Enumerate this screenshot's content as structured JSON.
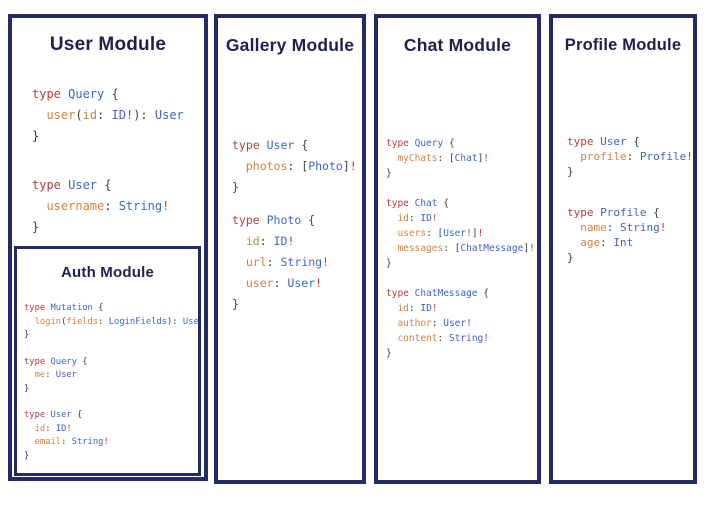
{
  "colors": {
    "panel_border": "#242a64",
    "title_text": "#1d2150",
    "code_keyword": "#b2403d",
    "code_typename": "#3d66c5",
    "code_field": "#d08440",
    "code_punctuation": "#3f3f3f",
    "code_nonnull": "#c23a35"
  },
  "panels": [
    {
      "title": "User Module",
      "blocks": [
        [
          [
            [
              "k",
              "type "
            ],
            [
              "t",
              "Query "
            ],
            [
              "p",
              "{"
            ]
          ],
          [
            [
              "p",
              "  "
            ],
            [
              "f",
              "user"
            ],
            [
              "p",
              "("
            ],
            [
              "f",
              "id"
            ],
            [
              "p",
              ": "
            ],
            [
              "t",
              "ID"
            ],
            [
              "b",
              "!"
            ],
            [
              "p",
              "): "
            ],
            [
              "t",
              "User"
            ]
          ],
          [
            [
              "p",
              "}"
            ]
          ]
        ],
        [
          [
            [
              "k",
              "type "
            ],
            [
              "t",
              "User "
            ],
            [
              "p",
              "{"
            ]
          ],
          [
            [
              "p",
              "  "
            ],
            [
              "f",
              "username"
            ],
            [
              "p",
              ": "
            ],
            [
              "t",
              "String"
            ],
            [
              "b",
              "!"
            ]
          ],
          [
            [
              "p",
              "}"
            ]
          ]
        ]
      ],
      "nested": {
        "title": "Auth Module",
        "blocks": [
          [
            [
              [
                "k",
                "type "
              ],
              [
                "t",
                "Mutation "
              ],
              [
                "p",
                "{"
              ]
            ],
            [
              [
                "p",
                "  "
              ],
              [
                "f",
                "login"
              ],
              [
                "p",
                "("
              ],
              [
                "f",
                "fields"
              ],
              [
                "p",
                ": "
              ],
              [
                "t",
                "LoginFields"
              ],
              [
                "p",
                "): "
              ],
              [
                "t",
                "User"
              ]
            ],
            [
              [
                "p",
                "}"
              ]
            ]
          ],
          [
            [
              [
                "k",
                "type "
              ],
              [
                "t",
                "Query "
              ],
              [
                "p",
                "{"
              ]
            ],
            [
              [
                "p",
                "  "
              ],
              [
                "f",
                "me"
              ],
              [
                "p",
                ": "
              ],
              [
                "t",
                "User"
              ]
            ],
            [
              [
                "p",
                "}"
              ]
            ]
          ],
          [
            [
              [
                "k",
                "type "
              ],
              [
                "t",
                "User "
              ],
              [
                "p",
                "{"
              ]
            ],
            [
              [
                "p",
                "  "
              ],
              [
                "f",
                "id"
              ],
              [
                "p",
                ": "
              ],
              [
                "t",
                "ID"
              ],
              [
                "b",
                "!"
              ]
            ],
            [
              [
                "p",
                "  "
              ],
              [
                "f",
                "email"
              ],
              [
                "p",
                ": "
              ],
              [
                "t",
                "String"
              ],
              [
                "b",
                "!"
              ]
            ],
            [
              [
                "p",
                "}"
              ]
            ]
          ]
        ]
      }
    },
    {
      "title": "Gallery Module",
      "blocks": [
        [
          [
            [
              "k",
              "type "
            ],
            [
              "t",
              "User "
            ],
            [
              "p",
              "{"
            ]
          ],
          [
            [
              "p",
              "  "
            ],
            [
              "f",
              "photos"
            ],
            [
              "p",
              ": ["
            ],
            [
              "t",
              "Photo"
            ],
            [
              "p",
              "]"
            ],
            [
              "b",
              "!"
            ]
          ],
          [
            [
              "p",
              "}"
            ]
          ]
        ],
        [
          [
            [
              "k",
              "type "
            ],
            [
              "t",
              "Photo "
            ],
            [
              "p",
              "{"
            ]
          ],
          [
            [
              "p",
              "  "
            ],
            [
              "f",
              "id"
            ],
            [
              "p",
              ": "
            ],
            [
              "t",
              "ID"
            ],
            [
              "b",
              "!"
            ]
          ],
          [
            [
              "p",
              "  "
            ],
            [
              "f",
              "url"
            ],
            [
              "p",
              ": "
            ],
            [
              "t",
              "String"
            ],
            [
              "b",
              "!"
            ]
          ],
          [
            [
              "p",
              "  "
            ],
            [
              "f",
              "user"
            ],
            [
              "p",
              ": "
            ],
            [
              "t",
              "User"
            ],
            [
              "b",
              "!"
            ]
          ],
          [
            [
              "p",
              "}"
            ]
          ]
        ]
      ]
    },
    {
      "title": "Chat Module",
      "blocks": [
        [
          [
            [
              "k",
              "type "
            ],
            [
              "t",
              "Query "
            ],
            [
              "p",
              "{"
            ]
          ],
          [
            [
              "p",
              "  "
            ],
            [
              "f",
              "myChats"
            ],
            [
              "p",
              ": ["
            ],
            [
              "t",
              "Chat"
            ],
            [
              "p",
              "]"
            ],
            [
              "b",
              "!"
            ]
          ],
          [
            [
              "p",
              "}"
            ]
          ]
        ],
        [
          [
            [
              "k",
              "type "
            ],
            [
              "t",
              "Chat "
            ],
            [
              "p",
              "{"
            ]
          ],
          [
            [
              "p",
              "  "
            ],
            [
              "f",
              "id"
            ],
            [
              "p",
              ": "
            ],
            [
              "t",
              "ID"
            ],
            [
              "b",
              "!"
            ]
          ],
          [
            [
              "p",
              "  "
            ],
            [
              "f",
              "users"
            ],
            [
              "p",
              ": ["
            ],
            [
              "t",
              "User"
            ],
            [
              "b",
              "!"
            ],
            [
              "p",
              "]"
            ],
            [
              "b",
              "!"
            ]
          ],
          [
            [
              "p",
              "  "
            ],
            [
              "f",
              "messages"
            ],
            [
              "p",
              ": ["
            ],
            [
              "t",
              "ChatMessage"
            ],
            [
              "p",
              "]"
            ],
            [
              "b",
              "!"
            ]
          ],
          [
            [
              "p",
              "}"
            ]
          ]
        ],
        [
          [
            [
              "k",
              "type "
            ],
            [
              "t",
              "ChatMessage "
            ],
            [
              "p",
              "{"
            ]
          ],
          [
            [
              "p",
              "  "
            ],
            [
              "f",
              "id"
            ],
            [
              "p",
              ": "
            ],
            [
              "t",
              "ID"
            ],
            [
              "b",
              "!"
            ]
          ],
          [
            [
              "p",
              "  "
            ],
            [
              "f",
              "author"
            ],
            [
              "p",
              ": "
            ],
            [
              "t",
              "User"
            ],
            [
              "b",
              "!"
            ]
          ],
          [
            [
              "p",
              "  "
            ],
            [
              "f",
              "content"
            ],
            [
              "p",
              ": "
            ],
            [
              "t",
              "String"
            ],
            [
              "b",
              "!"
            ]
          ],
          [
            [
              "p",
              "}"
            ]
          ]
        ]
      ]
    },
    {
      "title": "Profile Module",
      "blocks": [
        [
          [
            [
              "k",
              "type "
            ],
            [
              "t",
              "User "
            ],
            [
              "p",
              "{"
            ]
          ],
          [
            [
              "p",
              "  "
            ],
            [
              "f",
              "profile"
            ],
            [
              "p",
              ": "
            ],
            [
              "t",
              "Profile"
            ],
            [
              "b",
              "!"
            ]
          ],
          [
            [
              "p",
              "}"
            ]
          ]
        ],
        [
          [
            [
              "k",
              "type "
            ],
            [
              "t",
              "Profile "
            ],
            [
              "p",
              "{"
            ]
          ],
          [
            [
              "p",
              "  "
            ],
            [
              "f",
              "name"
            ],
            [
              "p",
              ": "
            ],
            [
              "t",
              "String"
            ],
            [
              "b",
              "!"
            ]
          ],
          [
            [
              "p",
              "  "
            ],
            [
              "f",
              "age"
            ],
            [
              "p",
              ": "
            ],
            [
              "t",
              "Int"
            ]
          ],
          [
            [
              "p",
              "}"
            ]
          ]
        ]
      ]
    }
  ]
}
